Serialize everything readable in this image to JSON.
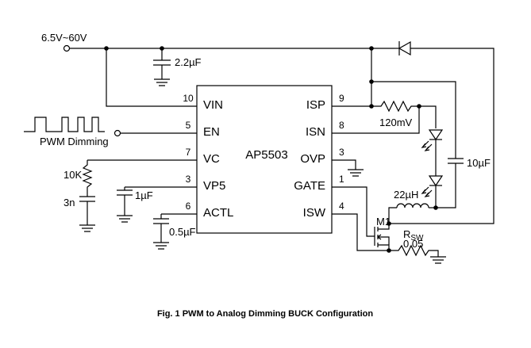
{
  "ic": {
    "name": "AP5503",
    "left_pins": [
      {
        "num": "10",
        "name": "VIN"
      },
      {
        "num": "5",
        "name": "EN"
      },
      {
        "num": "7",
        "name": "VC"
      },
      {
        "num": "3",
        "name": "VP5"
      },
      {
        "num": "6",
        "name": "ACTL"
      }
    ],
    "right_pins": [
      {
        "num": "9",
        "name": "ISP"
      },
      {
        "num": "8",
        "name": "ISN"
      },
      {
        "num": "3",
        "name": "OVP"
      },
      {
        "num": "1",
        "name": "GATE"
      },
      {
        "num": "4",
        "name": "ISW"
      }
    ]
  },
  "labels": {
    "supply": "6.5V~60V",
    "c_vin": "2.2µF",
    "pwm": "PWM Dimming",
    "r_vc": "10K",
    "c_vc": "3n",
    "c_vp5": "1µF",
    "c_actl": "0.5µF",
    "r_sense_value": "120mV",
    "c_out": "10µF",
    "inductor": "22µH",
    "mosfet": "M1",
    "rsw_main": "R",
    "rsw_sub": "SW",
    "rsw_value": "0.05"
  },
  "caption": "Fig. 1 PWM to Analog Dimming BUCK Configuration"
}
